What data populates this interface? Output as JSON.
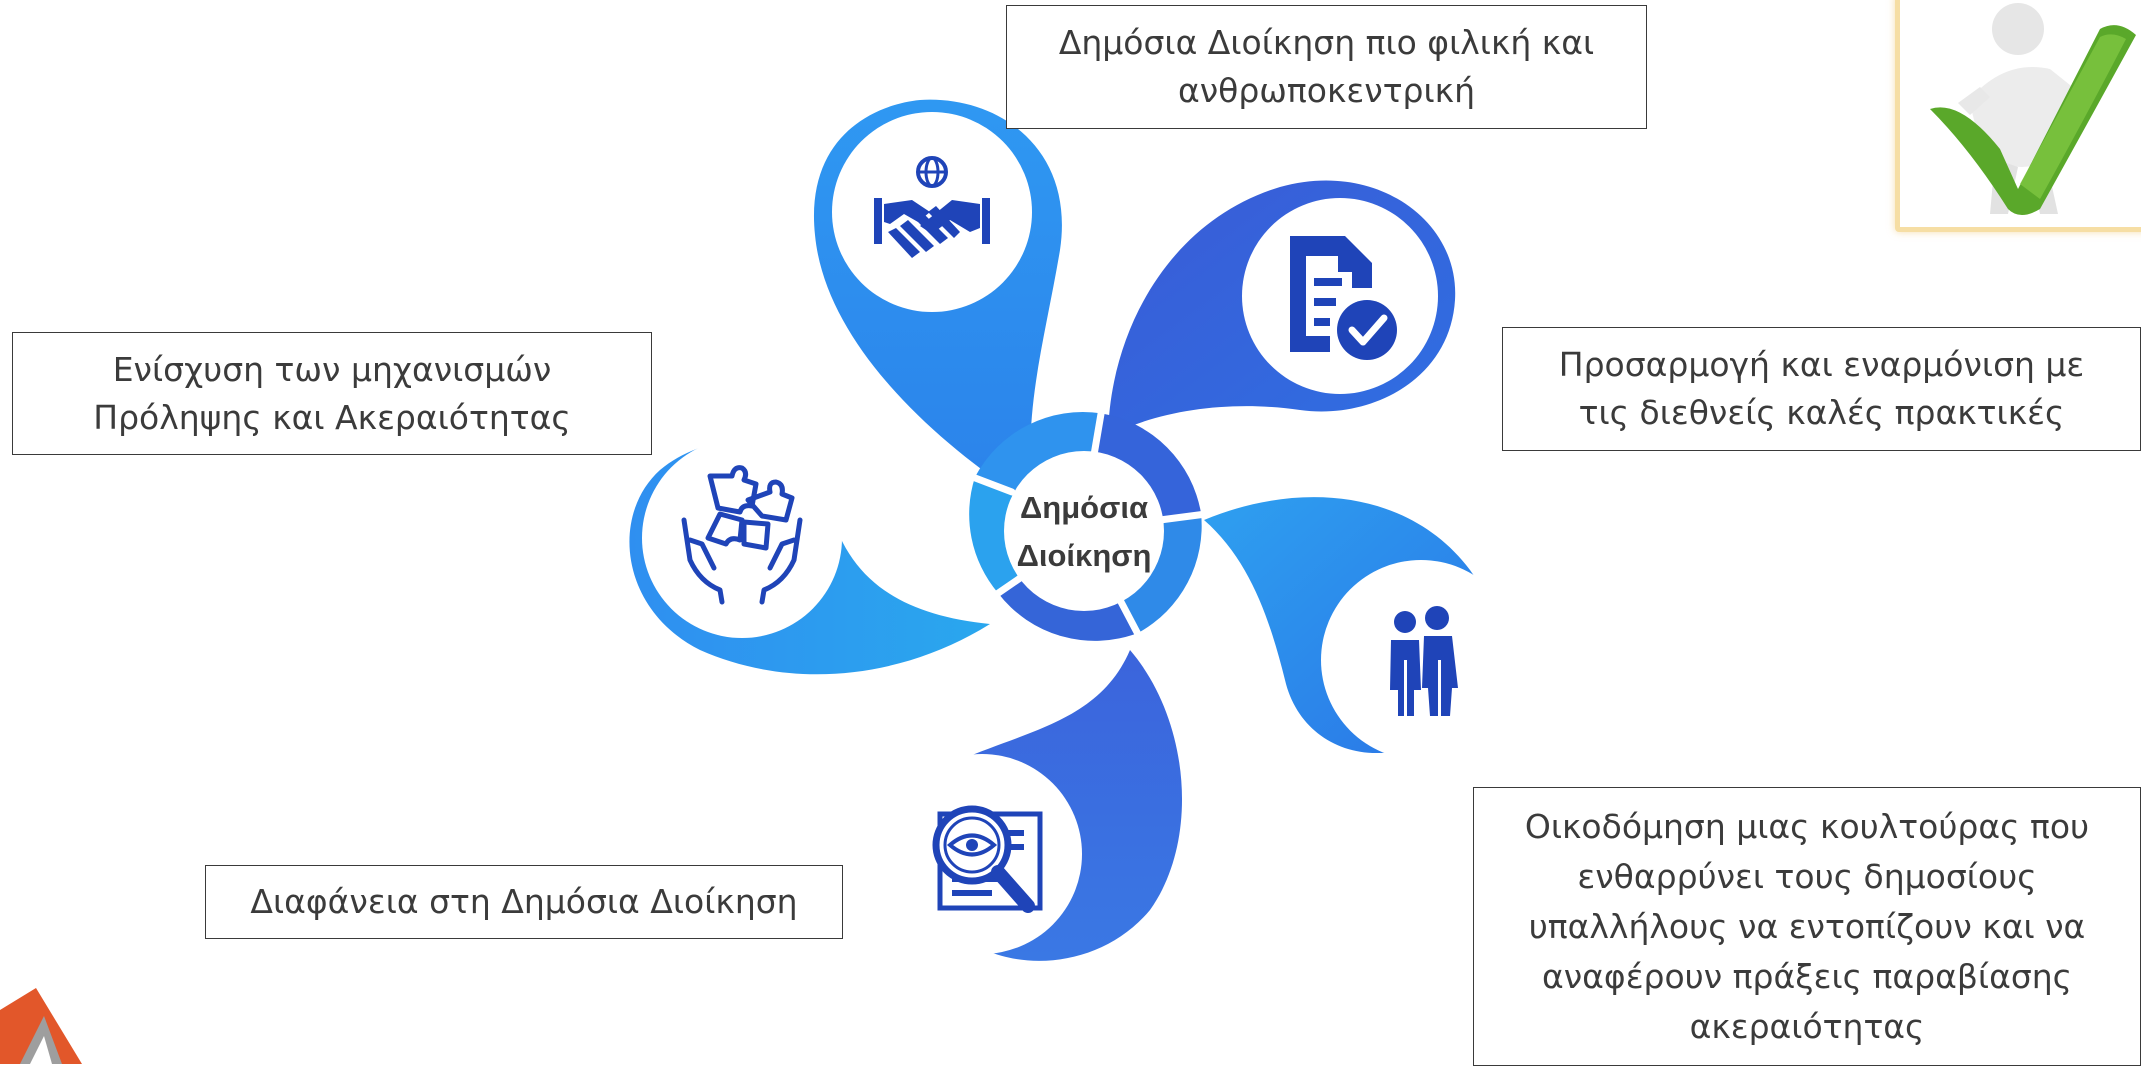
{
  "center": {
    "line1": "Δημόσια",
    "line2": "Διοίκηση"
  },
  "callouts": {
    "top": {
      "line1": "Δημόσια Διοίκηση πιο φιλική και",
      "line2": "ανθρωποκεντρική"
    },
    "left": {
      "line1": "Ενίσχυση των μηχανισμών",
      "line2": "Πρόληψης και Ακεραιότητας"
    },
    "right": {
      "line1": "Προσαρμογή και εναρμόνιση με",
      "line2": "τις διεθνείς καλές πρακτικές"
    },
    "bottom_left": {
      "line1": "Διαφάνεια στη Δημόσια Διοίκηση"
    },
    "bottom_right": {
      "line1": "Οικοδόμηση μιας κουλτούρας που",
      "line2": "ενθαρρύνει τους δημοσίους",
      "line3": "υπαλλήλους να εντοπίζουν και να",
      "line4": "αναφέρουν πράξεις παραβίασης",
      "line5": "ακεραιότητας"
    }
  },
  "petals": [
    {
      "id": "handshake",
      "icon": "handshake-globe-icon",
      "color": "#2e8ff0"
    },
    {
      "id": "document",
      "icon": "document-check-icon",
      "color": "#3467dd"
    },
    {
      "id": "people",
      "icon": "people-icon",
      "color": "#2f86ee"
    },
    {
      "id": "search",
      "icon": "search-document-icon",
      "color": "#3a6fe0"
    },
    {
      "id": "puzzle",
      "icon": "puzzle-hands-icon",
      "color": "#2ea3ee"
    }
  ],
  "colors": {
    "petal_blue": "#2e8ff0",
    "petal_deep": "#3467dd",
    "petal_light": "#2ea3ee",
    "icon_navy": "#1f44b8",
    "text_gray": "#3b3b3b",
    "photo_frame": "#f6dea4",
    "logo_orange": "#e2572a"
  }
}
